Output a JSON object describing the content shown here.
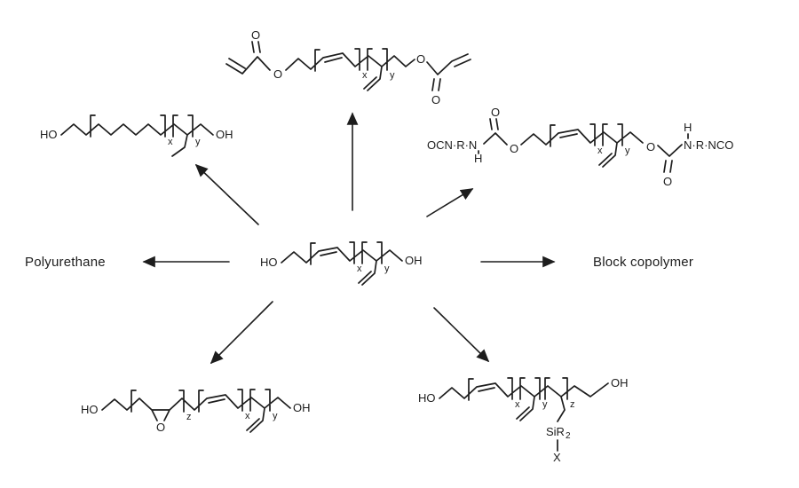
{
  "colors": {
    "background": "#ffffff",
    "ink": "#1d1d1d"
  },
  "labels": {
    "polyurethane": "Polyurethane",
    "block_copolymer": "Block copolymer"
  },
  "structures": {
    "top_center": {
      "o_carbonyl_left": "O",
      "o_ester_left": "O",
      "x": "x",
      "y": "y",
      "o_ester_right": "O",
      "o_carbonyl_right": "O"
    },
    "top_left": {
      "ho": "HO",
      "x": "x",
      "y": "y",
      "oh": "OH"
    },
    "top_right": {
      "left_group": "OCN·R·N",
      "left_h": "H",
      "o_carbonyl_left": "O",
      "o_ester_left": "O",
      "x": "x",
      "y": "y",
      "o_ester_right": "O",
      "o_carbonyl_right": "O",
      "right_h": "H",
      "right_group": "N·R·NCO"
    },
    "center": {
      "ho": "HO",
      "x": "x",
      "y": "y",
      "oh": "OH"
    },
    "bottom_left": {
      "ho": "HO",
      "o_epoxide": "O",
      "z": "z",
      "x": "x",
      "y": "y",
      "oh": "OH"
    },
    "bottom_right": {
      "ho": "HO",
      "x": "x",
      "y": "y",
      "z": "z",
      "silane": "SiR",
      "silane_sub": "2",
      "halide_x": "X",
      "oh": "OH"
    }
  }
}
